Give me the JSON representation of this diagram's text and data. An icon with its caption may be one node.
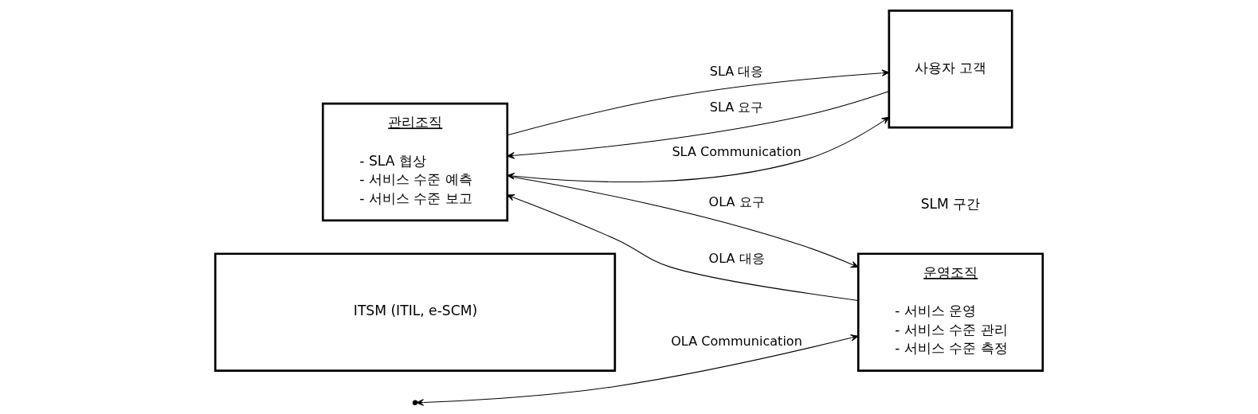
{
  "diagram": {
    "nodes": [
      {
        "text": [
          "ITSM (ITIL, e-SCM)"
        ]
      },
      {
        "text": [
          "사용자 고객"
        ]
      },
      {
        "text": [
          "관리조직",
          "- SLA 협상",
          "- 서비스 수준 예측",
          "- 서비스 수준 보고"
        ]
      },
      {
        "text": [
          "운영조직",
          "- 서비스 운영",
          "- 서비스 수준 관리",
          "- 서비스 수준 측정"
        ]
      }
    ],
    "edges": [
      {
        "from": 1,
        "to": 2,
        "arrow": "to",
        "label": "SLA 요구"
      },
      {
        "from": 2,
        "to": 1,
        "arrow": "to",
        "label": "SLA 대응"
      },
      {
        "from": 2,
        "to": 3,
        "arrow": "to",
        "label": "OLA 요구"
      },
      {
        "from": 3,
        "to": 2,
        "arrow": "to",
        "label": "OLA 대응"
      },
      {
        "from": 1,
        "to": 2,
        "arrow": "both",
        "label": "SLA Communication"
      },
      {
        "from": null,
        "to": 3,
        "arrow": "both",
        "label": "OLA Communication"
      }
    ],
    "labels": [
      "SLM 구간"
    ]
  }
}
